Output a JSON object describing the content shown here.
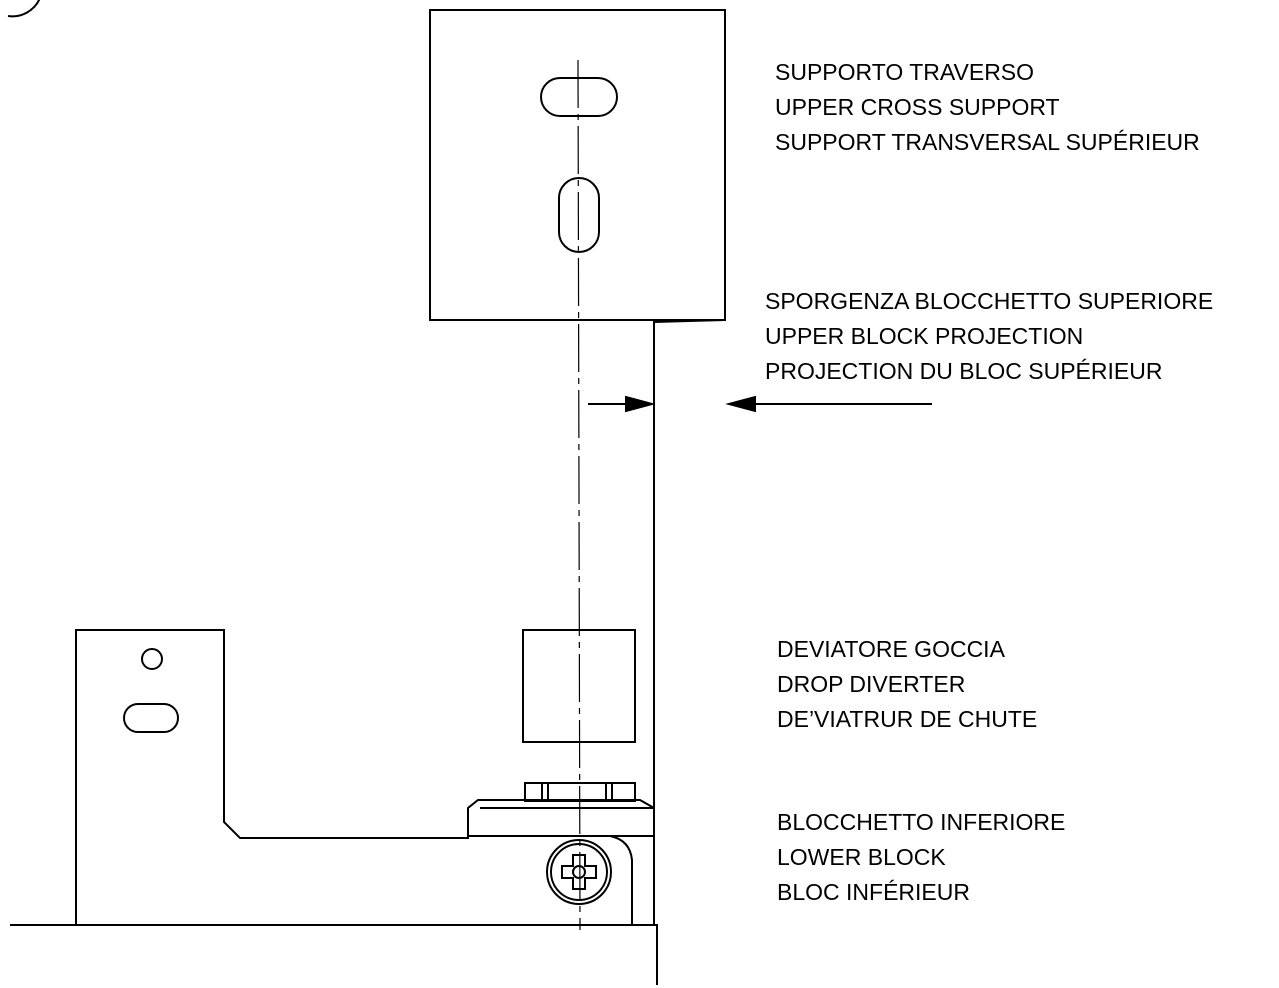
{
  "labels": {
    "upper_cross_support": {
      "it": "SUPPORTO TRAVERSO",
      "en": "UPPER CROSS SUPPORT",
      "fr": "SUPPORT TRANSVERSAL SUPÉRIEUR"
    },
    "upper_block_projection": {
      "it": "SPORGENZA BLOCCHETTO SUPERIORE",
      "en": "UPPER BLOCK PROJECTION",
      "fr": "PROJECTION DU BLOC SUPÉRIEUR"
    },
    "drop_diverter": {
      "it": "DEVIATORE GOCCIA",
      "en": "DROP DIVERTER",
      "fr": "DE’VIATRUR DE CHUTE"
    },
    "lower_block": {
      "it": "BLOCCHETTO INFERIORE",
      "en": "LOWER BLOCK",
      "fr": "BLOC INFÉRIEUR"
    }
  },
  "colors": {
    "line": "#000000",
    "background": "#ffffff"
  }
}
